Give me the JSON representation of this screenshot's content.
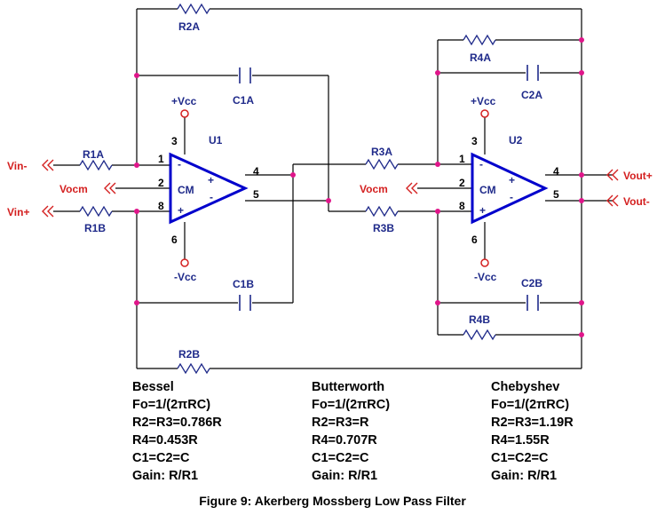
{
  "schematic": {
    "u1": {
      "name": "U1",
      "cm": "CM",
      "vcc_pos": "+Vcc",
      "vcc_neg": "-Vcc",
      "pins": [
        "1",
        "2",
        "8",
        "3",
        "6",
        "4",
        "5"
      ],
      "in_minus": "-",
      "in_plus": "+",
      "out_plus": "+",
      "out_minus": "-"
    },
    "u2": {
      "name": "U2",
      "cm": "CM",
      "vcc_pos": "+Vcc",
      "vcc_neg": "-Vcc",
      "pins": [
        "1",
        "2",
        "8",
        "3",
        "6",
        "4",
        "5"
      ],
      "in_minus": "-",
      "in_plus": "+",
      "out_plus": "+",
      "out_minus": "-"
    },
    "resistors": {
      "r1a": "R1A",
      "r1b": "R1B",
      "r2a": "R2A",
      "r2b": "R2B",
      "r3a": "R3A",
      "r3b": "R3B",
      "r4a": "R4A",
      "r4b": "R4B"
    },
    "capacitors": {
      "c1a": "C1A",
      "c1b": "C1B",
      "c2a": "C2A",
      "c2b": "C2B"
    },
    "signals": {
      "vin_minus": "Vin-",
      "vin_plus": "Vin+",
      "vocm1": "Vocm",
      "vocm2": "Vocm",
      "vout_plus": "Vout+",
      "vout_minus": "Vout-"
    },
    "colors": {
      "wire": "#000000",
      "opamp": "#0000cc",
      "component": "#1f2a8a",
      "signal": "#d42020",
      "node": "#e0158a"
    }
  },
  "tables": [
    {
      "title": "Bessel",
      "lines": [
        "Fo=1/(2πRC)",
        "R2=R3=0.786R",
        "R4=0.453R",
        "C1=C2=C",
        "Gain: R/R1"
      ]
    },
    {
      "title": "Butterworth",
      "lines": [
        "Fo=1/(2πRC)",
        "R2=R3=R",
        "R4=0.707R",
        "C1=C2=C",
        "Gain: R/R1"
      ]
    },
    {
      "title": "Chebyshev",
      "lines": [
        "Fo=1/(2πRC)",
        "R2=R3=1.19R",
        "R4=1.55R",
        "C1=C2=C",
        "Gain: R/R1"
      ]
    }
  ],
  "caption": "Figure 9: Akerberg Mossberg Low Pass Filter"
}
